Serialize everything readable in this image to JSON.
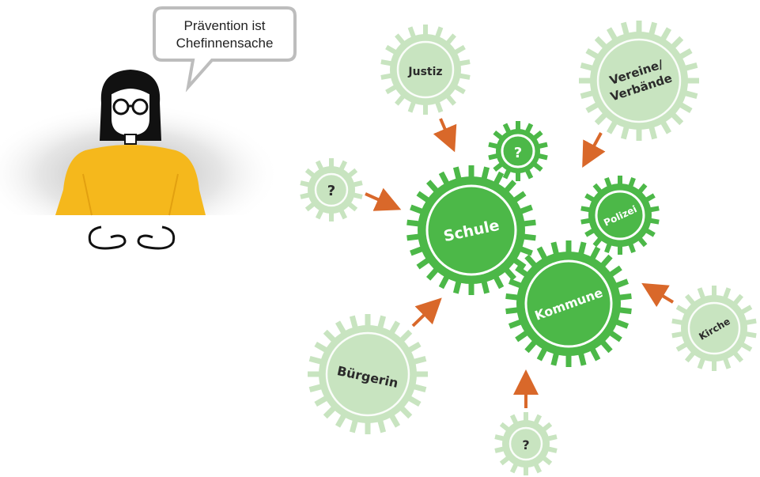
{
  "speech_bubble": {
    "line1": "Prävention ist",
    "line2": "Chefinnensache"
  },
  "gears": {
    "justiz": "Justiz",
    "vereine_line1": "Vereine/",
    "vereine_line2": "Verbände",
    "unknown_top": "?",
    "unknown_left": "?",
    "schule": "Schule",
    "polizei": "Polizei",
    "kommune": "Kommune",
    "kirche": "Kirche",
    "buergerin": "Bürgerin",
    "unknown_bottom": "?"
  },
  "colors": {
    "active_gear": "#4cb848",
    "active_gear_ring": "#ffffff",
    "passive_gear": "#c8e4c0",
    "arrow": "#d9682a",
    "person_shirt": "#f5b81c",
    "bubble_border": "#bdbdbd"
  }
}
